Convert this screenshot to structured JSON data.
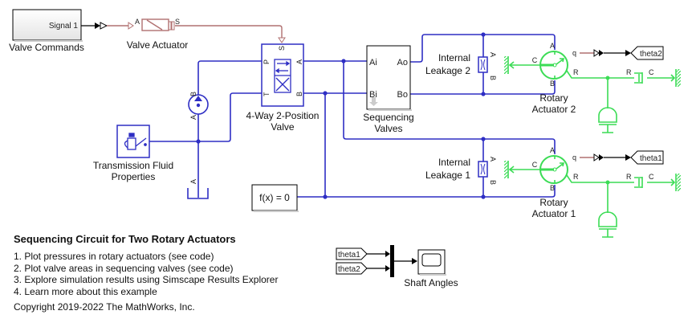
{
  "colors": {
    "hydraulic": "#2e2ec4",
    "mechanical": "#3bdc55",
    "physical_signal": "#b07070",
    "signal": "#000000"
  },
  "blocks": {
    "valve_commands": {
      "label": "Valve Commands",
      "signal": "Signal 1"
    },
    "valve_actuator": {
      "label": "Valve Actuator",
      "port_a": "A",
      "port_s": "S"
    },
    "valve": {
      "label_line1": "4-Way 2-Position",
      "label_line2": "Valve",
      "ports": {
        "s": "S",
        "p": "P",
        "t": "T",
        "a": "A",
        "b": "B"
      }
    },
    "pump": {
      "port_a": "A",
      "port_b": "B"
    },
    "tank": {
      "port_a": "A"
    },
    "fluid": {
      "label_line1": "Transmission Fluid",
      "label_line2": "Properties",
      "icon": "oil-can-icon"
    },
    "solver": {
      "text": "f(x) = 0"
    },
    "sequencing": {
      "label_line1": "Sequencing",
      "label_line2": "Valves",
      "ports": {
        "ai": "Ai",
        "ao": "Ao",
        "bi": "Bi",
        "bo": "Bo"
      }
    },
    "leakage2": {
      "label_line1": "Internal",
      "label_line2": "Leakage 2",
      "port_a": "A",
      "port_b": "B"
    },
    "leakage1": {
      "label_line1": "Internal",
      "label_line2": "Leakage 1",
      "port_a": "A",
      "port_b": "B"
    },
    "actuator2": {
      "label_line1": "Rotary",
      "label_line2": "Actuator 2",
      "ports": {
        "a": "A",
        "b": "B",
        "c": "C",
        "r": "R",
        "q": "q"
      },
      "goto": "theta2",
      "damper_r": "R",
      "damper_c": "C"
    },
    "actuator1": {
      "label_line1": "Rotary",
      "label_line2": "Actuator 1",
      "ports": {
        "a": "A",
        "b": "B",
        "c": "C",
        "r": "R",
        "q": "q"
      },
      "goto": "theta1",
      "damper_r": "R",
      "damper_c": "C"
    },
    "from1": "theta1",
    "from2": "theta2",
    "scope": {
      "label": "Shaft Angles"
    }
  },
  "annotation": {
    "title": "Sequencing Circuit for Two Rotary Actuators",
    "items": [
      "1. Plot pressures in rotary actuators (see code)",
      "2. Plot valve areas in sequencing valves (see code)",
      "3. Explore simulation results using Simscape Results Explorer",
      "4. Learn more about this example"
    ],
    "copyright": "Copyright 2019-2022 The MathWorks, Inc."
  }
}
